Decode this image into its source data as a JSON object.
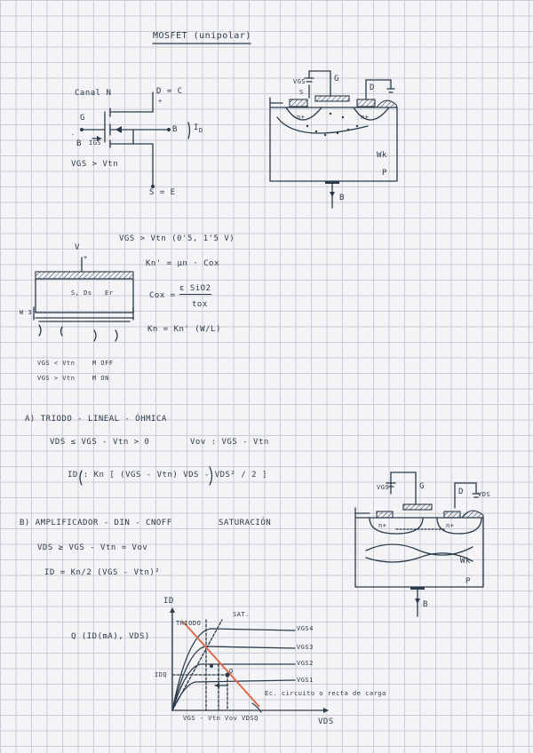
{
  "title": "MOSFET (unipolar)",
  "symbol": {
    "canal": "Canal N",
    "drain": "D = C",
    "plus": "+",
    "gate": "G",
    "minus": "-",
    "bulk": "B",
    "id_label": "I",
    "id_sub": "D",
    "source_label": "S = E",
    "igs": "IGS",
    "cond": "VGS > Vtn"
  },
  "cross_top": {
    "vgs": "VGS",
    "g": "G",
    "d": "D",
    "n1": "n+",
    "n2": "n+",
    "s": "S",
    "wk": "Wk",
    "p": "P",
    "b": "B"
  },
  "eq1": {
    "vgs_vtn": "VGS > Vtn (0'5, 1'5 V)",
    "kn_prime": "Kn' = μn · Cox",
    "cox_lhs": "Cox =",
    "cox_num": "ε SiO2",
    "cox_den": "tox",
    "kn": "Kn = Kn' (W/L)"
  },
  "channel": {
    "v": "V",
    "plus": "+",
    "s_ds": "S, Ds",
    "er": "Er",
    "w3": "W 3",
    "vgs_lt": "VGS < Vtn",
    "m_off": "M  OFF",
    "vgs_gt": "VGS > Vtn",
    "m_on": "M  ON"
  },
  "triodo": {
    "heading": "A) TRIODO - LINEAL - ÓHMICA",
    "cond": "VDS ≤ VGS - Vtn > 0",
    "vov": "Vov : VGS - Vtn",
    "id_eq": "ID : Kn [ (VGS - Vtn) VDS - VDS² / 2 ]"
  },
  "amplif": {
    "heading": "B) AMPLIFICADOR - DIN - CNOFF",
    "sat": "SATURACIÓN",
    "cond": "VDS ≥ VGS - Vtn = Vov",
    "id_eq": "ID = Kn/2 (VGS - Vtn)²"
  },
  "cross_bottom": {
    "vgs": "VGS",
    "g": "G",
    "d": "D",
    "vds": "VDS",
    "n1": "n+",
    "n2": "n+",
    "wk": "Wk",
    "p": "P",
    "b": "B"
  },
  "graph": {
    "id_axis": "ID",
    "vds_axis": "VDS",
    "triodo": "TRIODO",
    "sat": "SAT.",
    "q_point": "Q (ID(mA), VDS)",
    "idq": "IDQ",
    "q": "Q",
    "curves": [
      "VGS4",
      "VGS3",
      "VGS2",
      "VGS1"
    ],
    "load_line": "Ec. circuito o recta de carga",
    "x_ticks": "VGS - Vtn  Vov  VDSQ"
  },
  "colors": {
    "ink": "#2a3a4a",
    "load_line": "#e06a4a",
    "paper": "#f4f4f6"
  }
}
